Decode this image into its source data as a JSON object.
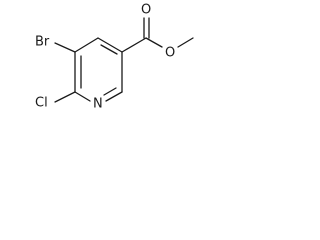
{
  "molecule": {
    "atoms": {
      "bromine": "Br",
      "chlorine": "Cl",
      "ring_nitrogen": "N",
      "carbonyl_oxygen": "O",
      "ester_oxygen": "O"
    }
  }
}
